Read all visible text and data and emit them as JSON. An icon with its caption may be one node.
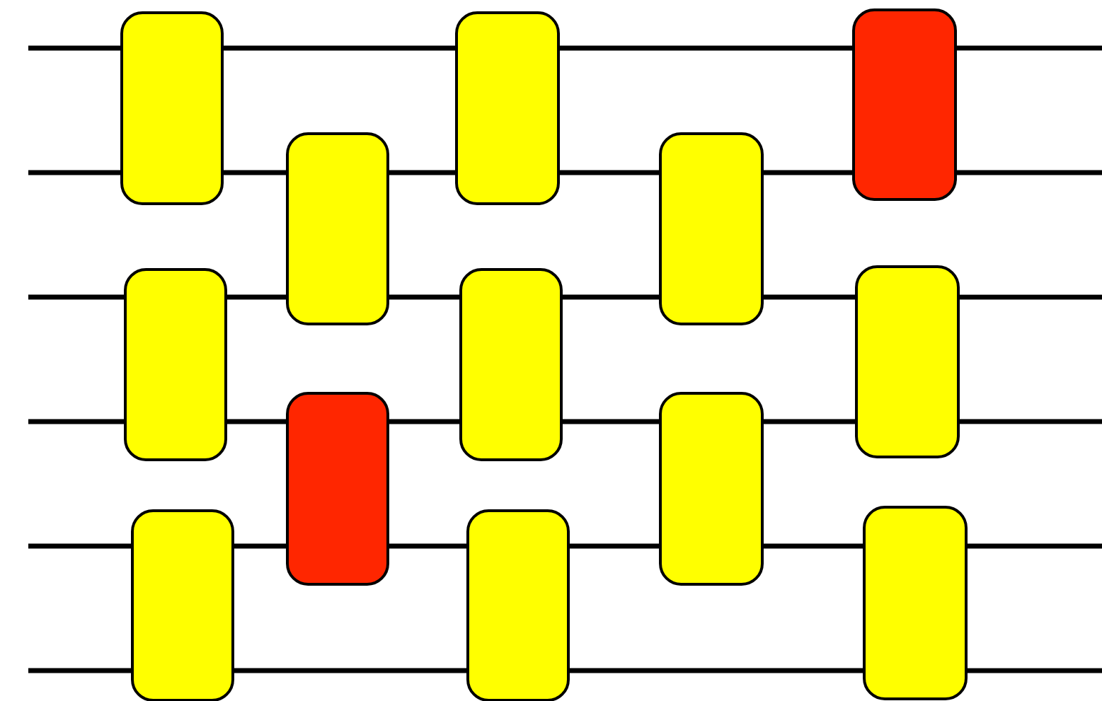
{
  "diagram": {
    "nodes": [
      {
        "text": [],
        "shape": "box"
      },
      {
        "text": [],
        "shape": "box"
      },
      {
        "text": [],
        "shape": "box"
      },
      {
        "text": [],
        "shape": "box"
      },
      {
        "text": [],
        "shape": "box"
      },
      {
        "text": [],
        "shape": "box"
      },
      {
        "text": [],
        "shape": "box"
      },
      {
        "text": [],
        "shape": "box"
      },
      {
        "text": [],
        "shape": "box"
      },
      {
        "text": [],
        "shape": "box"
      },
      {
        "text": [],
        "shape": "box"
      },
      {
        "text": [],
        "shape": "box"
      },
      {
        "text": [],
        "shape": "box"
      }
    ],
    "edges": [
      {
        "from": null,
        "to": 0,
        "arrow": "none"
      },
      {
        "from": 0,
        "to": 5,
        "arrow": "none"
      },
      {
        "from": 5,
        "to": 10,
        "arrow": "none"
      },
      {
        "from": 10,
        "to": null,
        "arrow": "none"
      },
      {
        "from": null,
        "to": 0,
        "arrow": "none"
      },
      {
        "from": 0,
        "to": 3,
        "arrow": "none"
      },
      {
        "from": 3,
        "to": 5,
        "arrow": "none"
      },
      {
        "from": 5,
        "to": 8,
        "arrow": "none"
      },
      {
        "from": 8,
        "to": 10,
        "arrow": "none"
      },
      {
        "from": 10,
        "to": null,
        "arrow": "none"
      },
      {
        "from": null,
        "to": 1,
        "arrow": "none"
      },
      {
        "from": 1,
        "to": 3,
        "arrow": "none"
      },
      {
        "from": 3,
        "to": 6,
        "arrow": "none"
      },
      {
        "from": 6,
        "to": 8,
        "arrow": "none"
      },
      {
        "from": 8,
        "to": 11,
        "arrow": "none"
      },
      {
        "from": 11,
        "to": null,
        "arrow": "none"
      },
      {
        "from": null,
        "to": 1,
        "arrow": "none"
      },
      {
        "from": 1,
        "to": 4,
        "arrow": "none"
      },
      {
        "from": 4,
        "to": 6,
        "arrow": "none"
      },
      {
        "from": 6,
        "to": 9,
        "arrow": "none"
      },
      {
        "from": 9,
        "to": 11,
        "arrow": "none"
      },
      {
        "from": 11,
        "to": null,
        "arrow": "none"
      },
      {
        "from": null,
        "to": 2,
        "arrow": "none"
      },
      {
        "from": 2,
        "to": 4,
        "arrow": "none"
      },
      {
        "from": 4,
        "to": 7,
        "arrow": "none"
      },
      {
        "from": 7,
        "to": 9,
        "arrow": "none"
      },
      {
        "from": 9,
        "to": 12,
        "arrow": "none"
      },
      {
        "from": 12,
        "to": null,
        "arrow": "none"
      },
      {
        "from": null,
        "to": 2,
        "arrow": "none"
      },
      {
        "from": 2,
        "to": 7,
        "arrow": "none"
      },
      {
        "from": 7,
        "to": 12,
        "arrow": "none"
      },
      {
        "from": 12,
        "to": null,
        "arrow": "none"
      }
    ]
  }
}
